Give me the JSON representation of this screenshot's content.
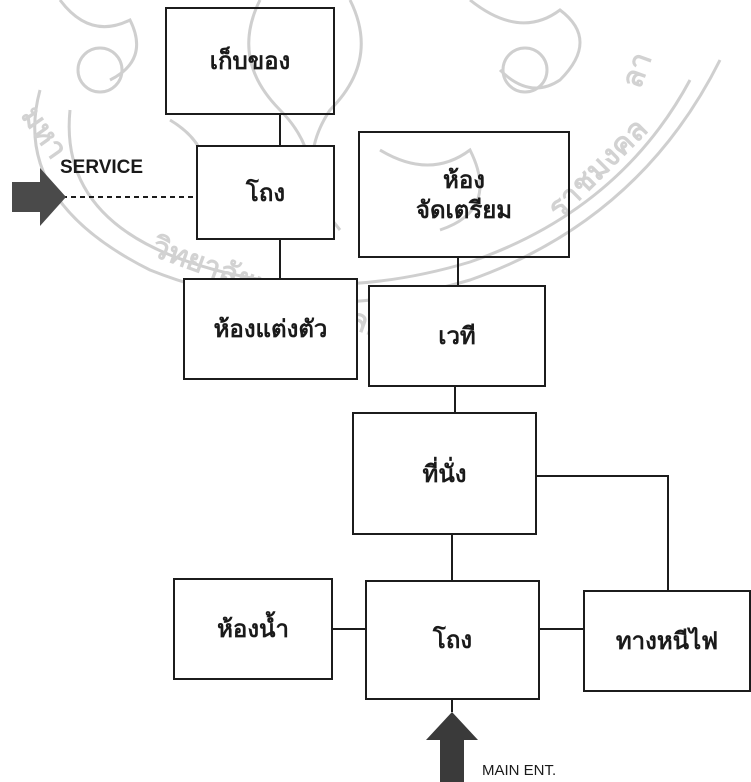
{
  "rooms": {
    "storage": "เก็บของ",
    "back_foyer": "โถง",
    "prep_room": "ห้อง\nจัดเตรียม",
    "dressing_room": "ห้องแต่งตัว",
    "stage": "เวที",
    "seating": "ที่นั่ง",
    "restroom": "ห้องน้ำ",
    "main_foyer": "โถง",
    "fire_exit": "ทางหนีไฟ"
  },
  "entrances": {
    "service": "SERVICE",
    "main": "MAIN ENT."
  },
  "colors": {
    "line": "#1c1c1c",
    "arrow": "#4a4a4a",
    "watermark": "#c8c8c8"
  }
}
